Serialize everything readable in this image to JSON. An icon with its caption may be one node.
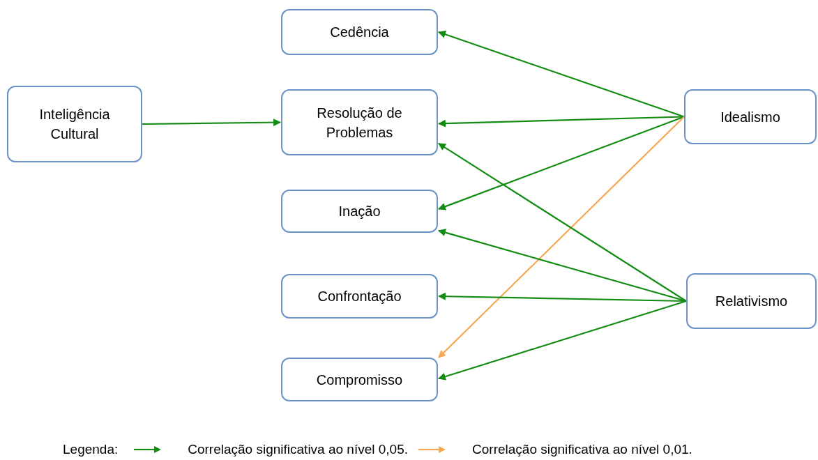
{
  "diagram": {
    "nodes": [
      {
        "text": [
          "Inteligência Cultural"
        ]
      },
      {
        "text": [
          "Cedência"
        ]
      },
      {
        "text": [
          "Resolução de Problemas"
        ]
      },
      {
        "text": [
          "Inação"
        ]
      },
      {
        "text": [
          "Confrontação"
        ]
      },
      {
        "text": [
          "Compromisso"
        ]
      },
      {
        "text": [
          "Idealismo"
        ]
      },
      {
        "text": [
          "Relativismo"
        ]
      }
    ],
    "edges": [
      {
        "from": 0,
        "to": 2,
        "arrow": "to"
      },
      {
        "from": 6,
        "to": 1,
        "arrow": "to"
      },
      {
        "from": 6,
        "to": 2,
        "arrow": "to"
      },
      {
        "from": 6,
        "to": 3,
        "arrow": "to"
      },
      {
        "from": 6,
        "to": 5,
        "arrow": "to",
        "color": "#f7a654"
      },
      {
        "from": 7,
        "to": 2,
        "arrow": "to"
      },
      {
        "from": 7,
        "to": 3,
        "arrow": "to"
      },
      {
        "from": 7,
        "to": 4,
        "arrow": "to"
      },
      {
        "from": 7,
        "to": 5,
        "arrow": "to"
      }
    ],
    "labels": [
      "Legenda:"
    ],
    "legend": [
      {
        "text": "Correlação significativa ao nível 0,05.",
        "color": "#138c13"
      },
      {
        "text": "Correlação significativa ao nível 0,01.",
        "color": "#f7a654"
      }
    ]
  }
}
